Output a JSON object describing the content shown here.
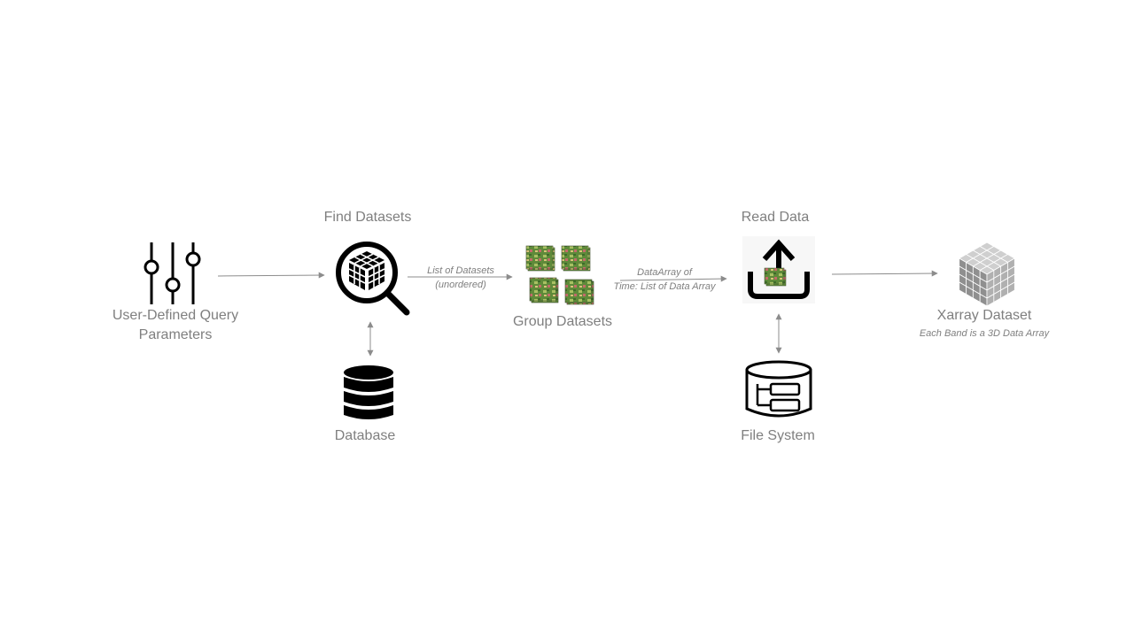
{
  "nodes": {
    "query": {
      "label_line1": "User-Defined Query",
      "label_line2": "Parameters",
      "icon": "sliders-icon"
    },
    "find": {
      "label": "Find Datasets",
      "icon": "magnifier-cube-icon"
    },
    "database": {
      "label": "Database",
      "icon": "database-icon"
    },
    "group": {
      "label": "Group Datasets",
      "icon": "image-stack-icon"
    },
    "read": {
      "label": "Read Data",
      "icon": "upload-icon"
    },
    "filesystem": {
      "label": "File System",
      "icon": "file-system-icon"
    },
    "xarray": {
      "label": "Xarray Dataset",
      "sublabel": "Each Band is a 3D Data Array",
      "icon": "cube-grid-icon"
    }
  },
  "edges": {
    "find_to_group": {
      "line1": "List of Datasets",
      "line2": "(unordered)"
    },
    "group_to_read": {
      "line1": "DataArray of",
      "line2": "Time: List of Data Array"
    }
  },
  "colors": {
    "text": "#7f7f7f",
    "arrow": "#8c8c8c",
    "icon": "#000000"
  }
}
